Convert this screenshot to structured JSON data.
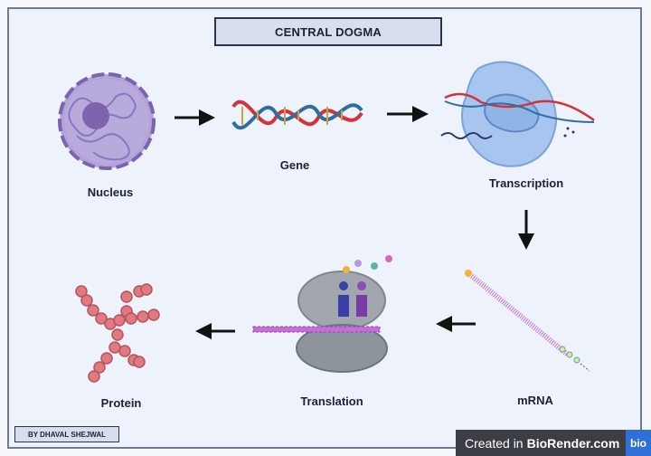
{
  "title": "CENTRAL DOGMA",
  "stages": {
    "nucleus": "Nucleus",
    "gene": "Gene",
    "transcription": "Transcription",
    "mrna": "mRNA",
    "translation": "Translation",
    "protein": "Protein"
  },
  "author": "BY DHAVAL SHEJWAL",
  "branding": {
    "prefix": "Created in",
    "name": "BioRender.com",
    "logo": "bio"
  },
  "colors": {
    "nucleus": "#9b87c7",
    "dna_red": "#d3323a",
    "dna_blue": "#2e6f9e",
    "polymerase": "#a8c5ef",
    "ribosome": "#9aa0a8",
    "protein": "#e07a80"
  }
}
